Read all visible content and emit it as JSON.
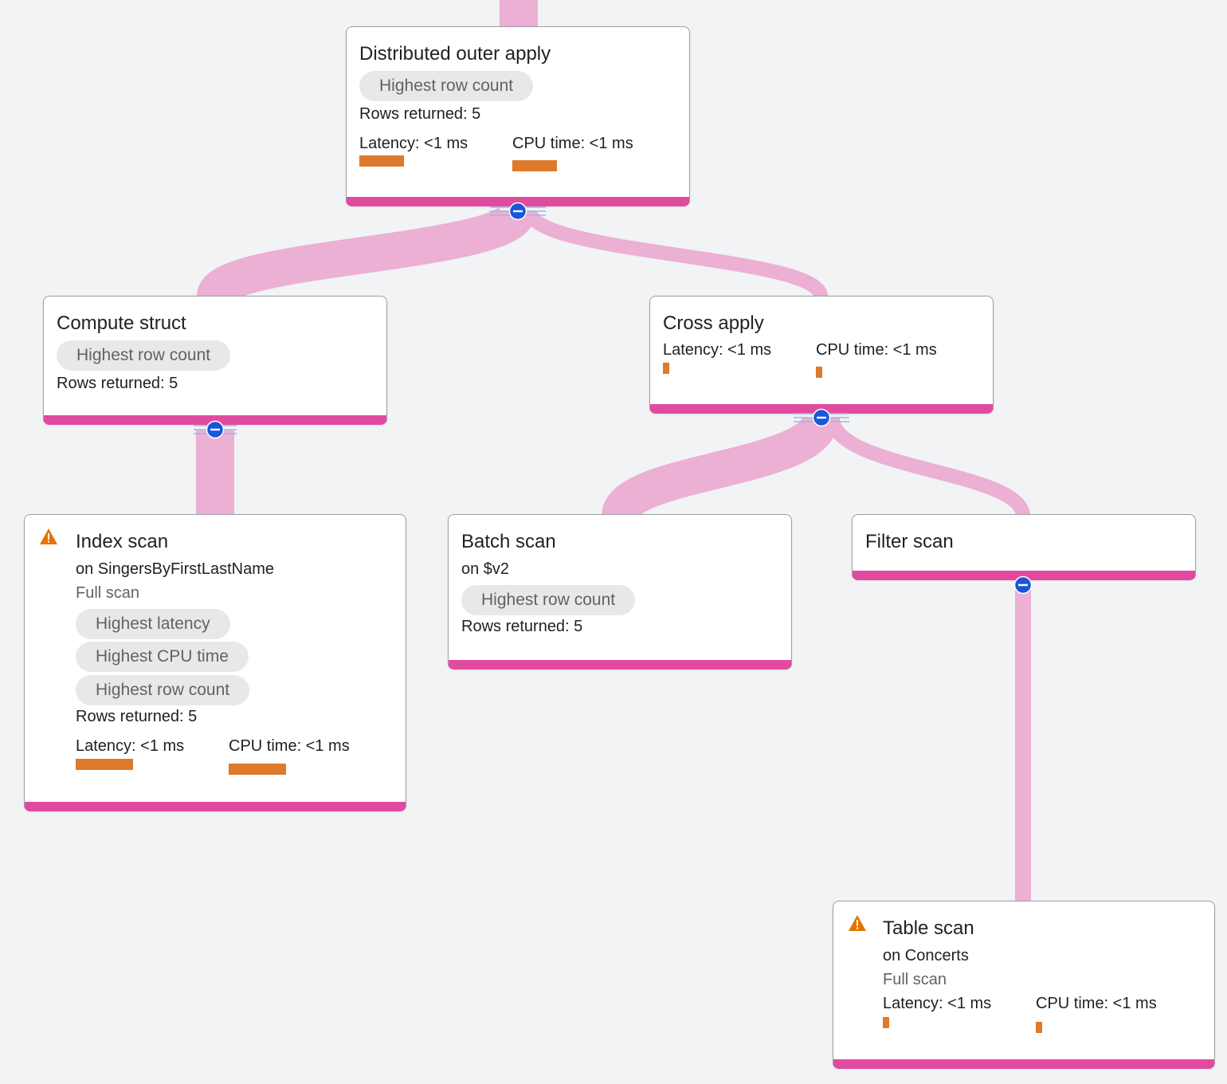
{
  "nodes": {
    "distributed_outer_apply": {
      "title": "Distributed outer apply",
      "chip": "Highest row count",
      "rows": "Rows returned: 5",
      "latency": "Latency: <1 ms",
      "cpu": "CPU time: <1 ms"
    },
    "compute_struct": {
      "title": "Compute struct",
      "chip": "Highest row count",
      "rows": "Rows returned: 5"
    },
    "cross_apply": {
      "title": "Cross apply",
      "latency": "Latency: <1 ms",
      "cpu": "CPU time: <1 ms"
    },
    "index_scan": {
      "title": "Index scan",
      "on": "on SingersByFirstLastName",
      "scan_type": "Full scan",
      "chips": [
        "Highest latency",
        "Highest CPU time",
        "Highest row count"
      ],
      "rows": "Rows returned: 5",
      "latency": "Latency: <1 ms",
      "cpu": "CPU time: <1 ms"
    },
    "batch_scan": {
      "title": "Batch scan",
      "on": "on $v2",
      "chip": "Highest row count",
      "rows": "Rows returned: 5"
    },
    "filter_scan": {
      "title": "Filter scan"
    },
    "table_scan": {
      "title": "Table scan",
      "on": "on Concerts",
      "scan_type": "Full scan",
      "latency": "Latency: <1 ms",
      "cpu": "CPU time: <1 ms"
    }
  },
  "colors": {
    "edge": "#ebb0d4",
    "node_accent": "#e14b9f",
    "metric_bar": "#dd7a2c",
    "warning": "#e37400",
    "collapse_button": "#1a56db"
  },
  "icons": {
    "warning": "warning-icon",
    "collapse": "collapse-icon"
  }
}
